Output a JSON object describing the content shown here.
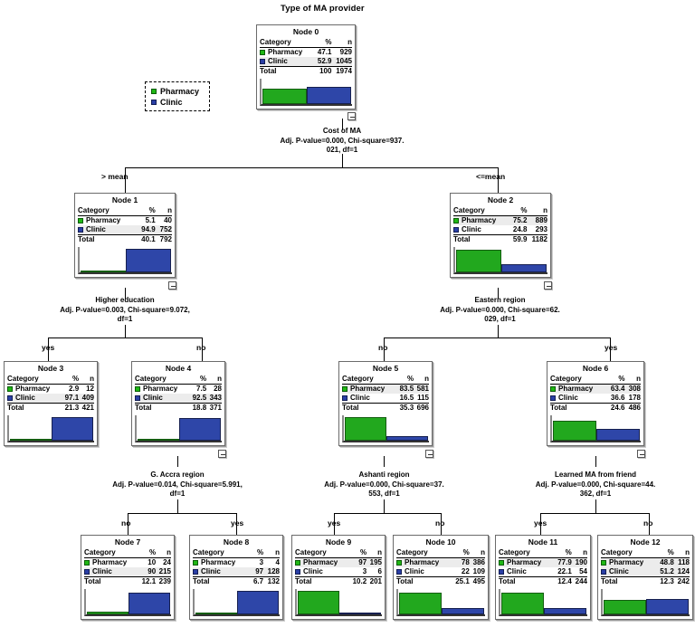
{
  "title": "Type of MA provider",
  "legend": {
    "name": "category-legend",
    "items": [
      {
        "label": "Pharmacy",
        "color": "#1fb714"
      },
      {
        "label": "Clinic",
        "color": "#2a3fa6"
      }
    ]
  },
  "table_headers": {
    "category": "Category",
    "pct": "%",
    "n": "n",
    "total": "Total"
  },
  "chart_data": {
    "type": "tree",
    "title": "Type of MA provider",
    "target": "Type of MA provider",
    "categories": [
      "Pharmacy",
      "Clinic"
    ],
    "colors": {
      "Pharmacy": "#1fb714",
      "Clinic": "#2a3fa6"
    },
    "total_n": 1974,
    "nodes": [
      {
        "id": 0,
        "label": "Node 0",
        "pharmacy_pct": 47.1,
        "pharmacy_n": 929,
        "clinic_pct": 52.9,
        "clinic_n": 1045,
        "total_pct": 100.0,
        "total_n": 1974
      },
      {
        "id": 1,
        "label": "Node 1",
        "pharmacy_pct": 5.1,
        "pharmacy_n": 40,
        "clinic_pct": 94.9,
        "clinic_n": 752,
        "total_pct": 40.1,
        "total_n": 792
      },
      {
        "id": 2,
        "label": "Node 2",
        "pharmacy_pct": 75.2,
        "pharmacy_n": 889,
        "clinic_pct": 24.8,
        "clinic_n": 293,
        "total_pct": 59.9,
        "total_n": 1182
      },
      {
        "id": 3,
        "label": "Node 3",
        "pharmacy_pct": 2.9,
        "pharmacy_n": 12,
        "clinic_pct": 97.1,
        "clinic_n": 409,
        "total_pct": 21.3,
        "total_n": 421
      },
      {
        "id": 4,
        "label": "Node 4",
        "pharmacy_pct": 7.5,
        "pharmacy_n": 28,
        "clinic_pct": 92.5,
        "clinic_n": 343,
        "total_pct": 18.8,
        "total_n": 371
      },
      {
        "id": 5,
        "label": "Node 5",
        "pharmacy_pct": 83.5,
        "pharmacy_n": 581,
        "clinic_pct": 16.5,
        "clinic_n": 115,
        "total_pct": 35.3,
        "total_n": 696
      },
      {
        "id": 6,
        "label": "Node 6",
        "pharmacy_pct": 63.4,
        "pharmacy_n": 308,
        "clinic_pct": 36.6,
        "clinic_n": 178,
        "total_pct": 24.6,
        "total_n": 486
      },
      {
        "id": 7,
        "label": "Node 7",
        "pharmacy_pct": 10.0,
        "pharmacy_n": 24,
        "clinic_pct": 90.0,
        "clinic_n": 215,
        "total_pct": 12.1,
        "total_n": 239
      },
      {
        "id": 8,
        "label": "Node 8",
        "pharmacy_pct": 3.0,
        "pharmacy_n": 4,
        "clinic_pct": 97.0,
        "clinic_n": 128,
        "total_pct": 6.7,
        "total_n": 132
      },
      {
        "id": 9,
        "label": "Node 9",
        "pharmacy_pct": 97.0,
        "pharmacy_n": 195,
        "clinic_pct": 3.0,
        "clinic_n": 6,
        "total_pct": 10.2,
        "total_n": 201
      },
      {
        "id": 10,
        "label": "Node 10",
        "pharmacy_pct": 78.0,
        "pharmacy_n": 386,
        "clinic_pct": 22.0,
        "clinic_n": 109,
        "total_pct": 25.1,
        "total_n": 495
      },
      {
        "id": 11,
        "label": "Node 11",
        "pharmacy_pct": 77.9,
        "pharmacy_n": 190,
        "clinic_pct": 22.1,
        "clinic_n": 54,
        "total_pct": 12.4,
        "total_n": 244
      },
      {
        "id": 12,
        "label": "Node 12",
        "pharmacy_pct": 48.8,
        "pharmacy_n": 118,
        "clinic_pct": 51.2,
        "clinic_n": 124,
        "total_pct": 12.3,
        "total_n": 242
      }
    ],
    "splits": [
      {
        "parent": 0,
        "variable": "Cost of MA",
        "stats": "Adj. P-value=0.000, Chi-square=937.021, df=1",
        "children": [
          {
            "node": 1,
            "edge": "> mean"
          },
          {
            "node": 2,
            "edge": "<=mean"
          }
        ]
      },
      {
        "parent": 1,
        "variable": "Higher education",
        "stats": "Adj. P-value=0.003, Chi-square=9.072, df=1",
        "children": [
          {
            "node": 3,
            "edge": "yes"
          },
          {
            "node": 4,
            "edge": "no"
          }
        ]
      },
      {
        "parent": 2,
        "variable": "Eastern region",
        "stats": "Adj. P-value=0.000, Chi-square=62.029, df=1",
        "children": [
          {
            "node": 5,
            "edge": "no"
          },
          {
            "node": 6,
            "edge": "yes"
          }
        ]
      },
      {
        "parent": 4,
        "variable": "G. Accra region",
        "stats": "Adj. P-value=0.014, Chi-square=5.991, df=1",
        "children": [
          {
            "node": 7,
            "edge": "no"
          },
          {
            "node": 8,
            "edge": "yes"
          }
        ]
      },
      {
        "parent": 5,
        "variable": "Ashanti region",
        "stats": "Adj. P-value=0.000, Chi-square=37.553, df=1",
        "children": [
          {
            "node": 9,
            "edge": "yes"
          },
          {
            "node": 10,
            "edge": "no"
          }
        ]
      },
      {
        "parent": 6,
        "variable": "Learned MA from friend",
        "stats": "Adj. P-value=0.000, Chi-square=44.362, df=1",
        "children": [
          {
            "node": 11,
            "edge": "yes"
          },
          {
            "node": 12,
            "edge": "no"
          }
        ]
      }
    ]
  },
  "split_text": {
    "s0": {
      "var": "Cost of MA",
      "line1": "Adj. P-value=0.000, Chi-square=937.",
      "line2": "021, df=1"
    },
    "s1": {
      "var": "Higher education",
      "line1": "Adj. P-value=0.003, Chi-square=9.072,",
      "line2": "df=1"
    },
    "s2": {
      "var": "Eastern region",
      "line1": "Adj. P-value=0.000, Chi-square=62.",
      "line2": "029, df=1"
    },
    "s4": {
      "var": "G. Accra region",
      "line1": "Adj. P-value=0.014, Chi-square=5.991,",
      "line2": "df=1"
    },
    "s5": {
      "var": "Ashanti region",
      "line1": "Adj. P-value=0.000, Chi-square=37.",
      "line2": "553, df=1"
    },
    "s6": {
      "var": "Learned MA from friend",
      "line1": "Adj. P-value=0.000, Chi-square=44.",
      "line2": "362, df=1"
    }
  },
  "edges": {
    "e0L": "> mean",
    "e0R": "<=mean",
    "e1L": "yes",
    "e1R": "no",
    "e2L": "no",
    "e2R": "yes",
    "e4L": "no",
    "e4R": "yes",
    "e5L": "yes",
    "e5R": "no",
    "e6L": "yes",
    "e6R": "no"
  }
}
